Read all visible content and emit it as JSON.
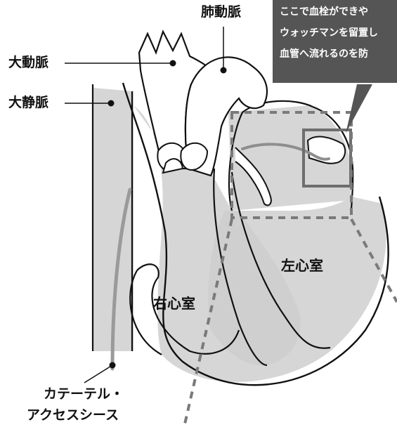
{
  "labels": {
    "pulmonary_artery": "肺動脈",
    "aorta": "大動脈",
    "vena_cava": "大静脈",
    "left_ventricle": "左心室",
    "right_ventricle": "右心室",
    "catheter_line1": "カテーテル・",
    "catheter_line2": "アクセスシース"
  },
  "callout": {
    "line1": "ここで血栓ができや",
    "line2": "ウォッチマンを留置し",
    "line3": "血管へ流れるのを防"
  },
  "colors": {
    "tissue": "#d6d6d6",
    "outline": "#111111",
    "callout_bg": "#555555",
    "dashed": "#7a7a7a",
    "device_box": "#6e6e6e",
    "catheter": "#9a9a9a"
  }
}
